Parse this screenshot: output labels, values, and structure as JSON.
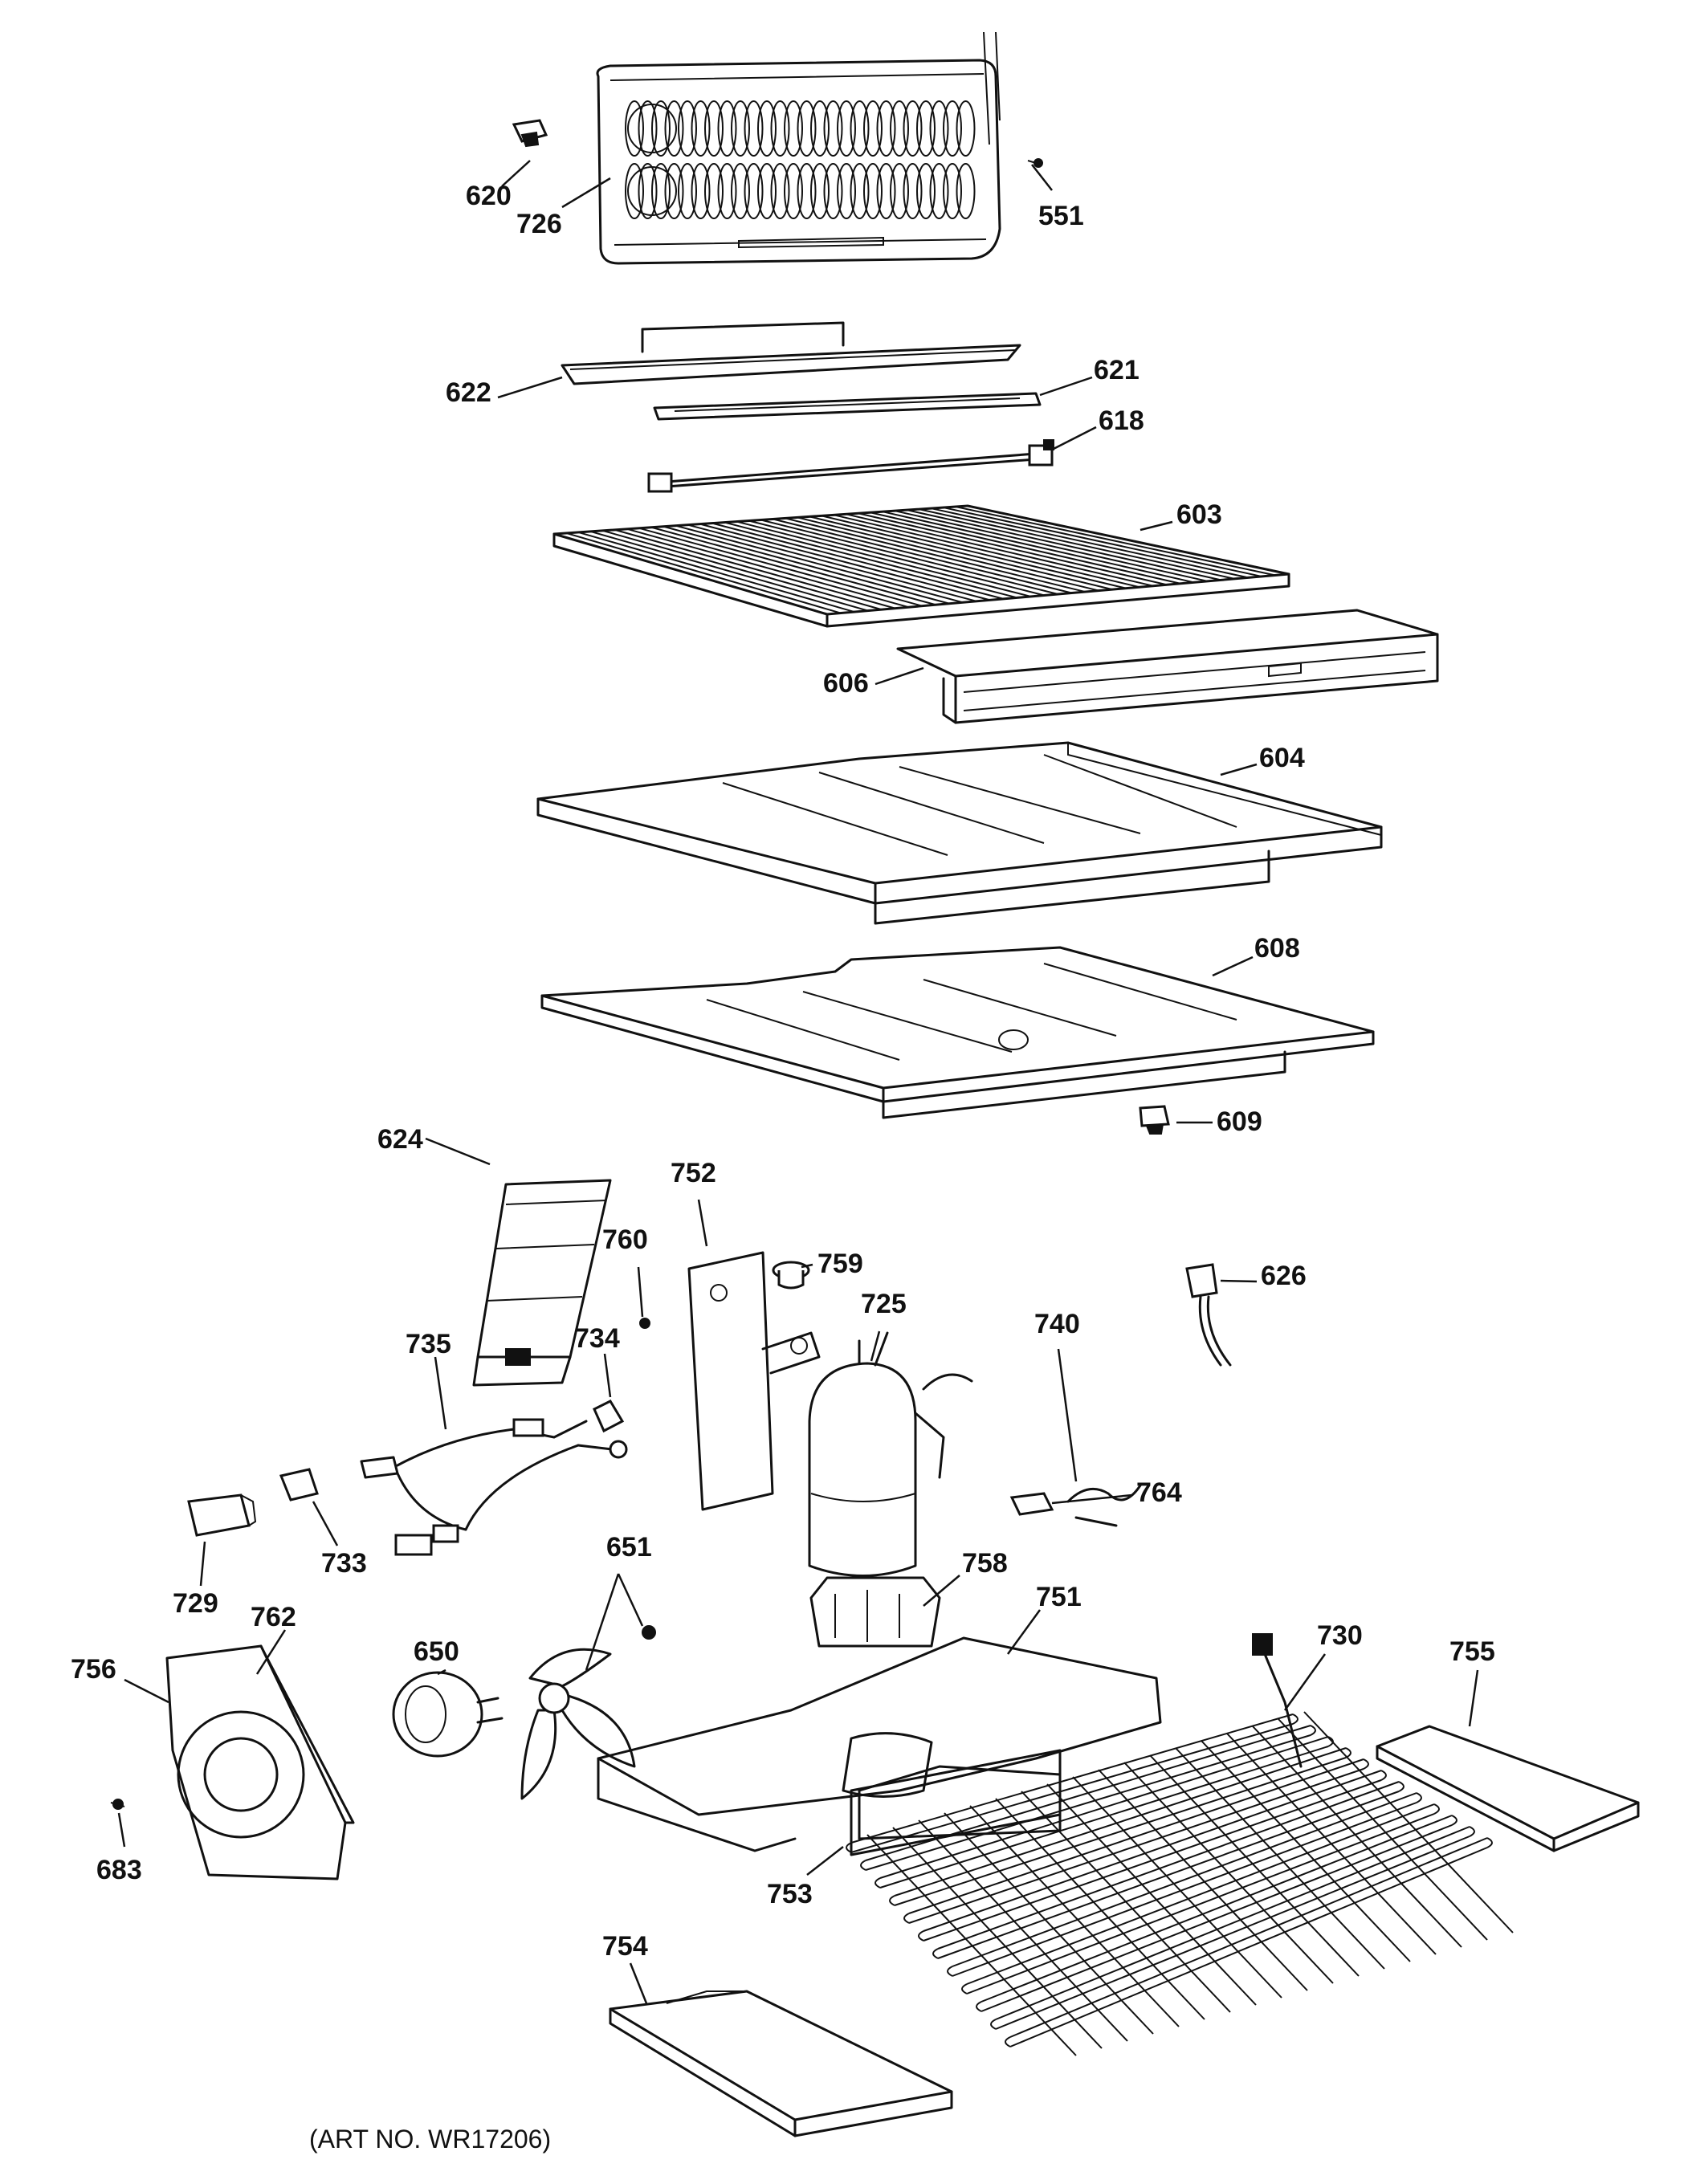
{
  "diagram": {
    "caption": "(ART NO. WR17206)",
    "callouts": [
      {
        "id": "620",
        "text": "620"
      },
      {
        "id": "726",
        "text": "726"
      },
      {
        "id": "551",
        "text": "551"
      },
      {
        "id": "622",
        "text": "622"
      },
      {
        "id": "621",
        "text": "621"
      },
      {
        "id": "618",
        "text": "618"
      },
      {
        "id": "603",
        "text": "603"
      },
      {
        "id": "606",
        "text": "606"
      },
      {
        "id": "604",
        "text": "604"
      },
      {
        "id": "608",
        "text": "608"
      },
      {
        "id": "609",
        "text": "609"
      },
      {
        "id": "624",
        "text": "624"
      },
      {
        "id": "752",
        "text": "752"
      },
      {
        "id": "760",
        "text": "760"
      },
      {
        "id": "759",
        "text": "759"
      },
      {
        "id": "725",
        "text": "725"
      },
      {
        "id": "740",
        "text": "740"
      },
      {
        "id": "626",
        "text": "626"
      },
      {
        "id": "735",
        "text": "735"
      },
      {
        "id": "734",
        "text": "734"
      },
      {
        "id": "764",
        "text": "764"
      },
      {
        "id": "729",
        "text": "729"
      },
      {
        "id": "733",
        "text": "733"
      },
      {
        "id": "651",
        "text": "651"
      },
      {
        "id": "758",
        "text": "758"
      },
      {
        "id": "751",
        "text": "751"
      },
      {
        "id": "762",
        "text": "762"
      },
      {
        "id": "650",
        "text": "650"
      },
      {
        "id": "730",
        "text": "730"
      },
      {
        "id": "755",
        "text": "755"
      },
      {
        "id": "756",
        "text": "756"
      },
      {
        "id": "683",
        "text": "683"
      },
      {
        "id": "753",
        "text": "753"
      },
      {
        "id": "754",
        "text": "754"
      }
    ]
  }
}
